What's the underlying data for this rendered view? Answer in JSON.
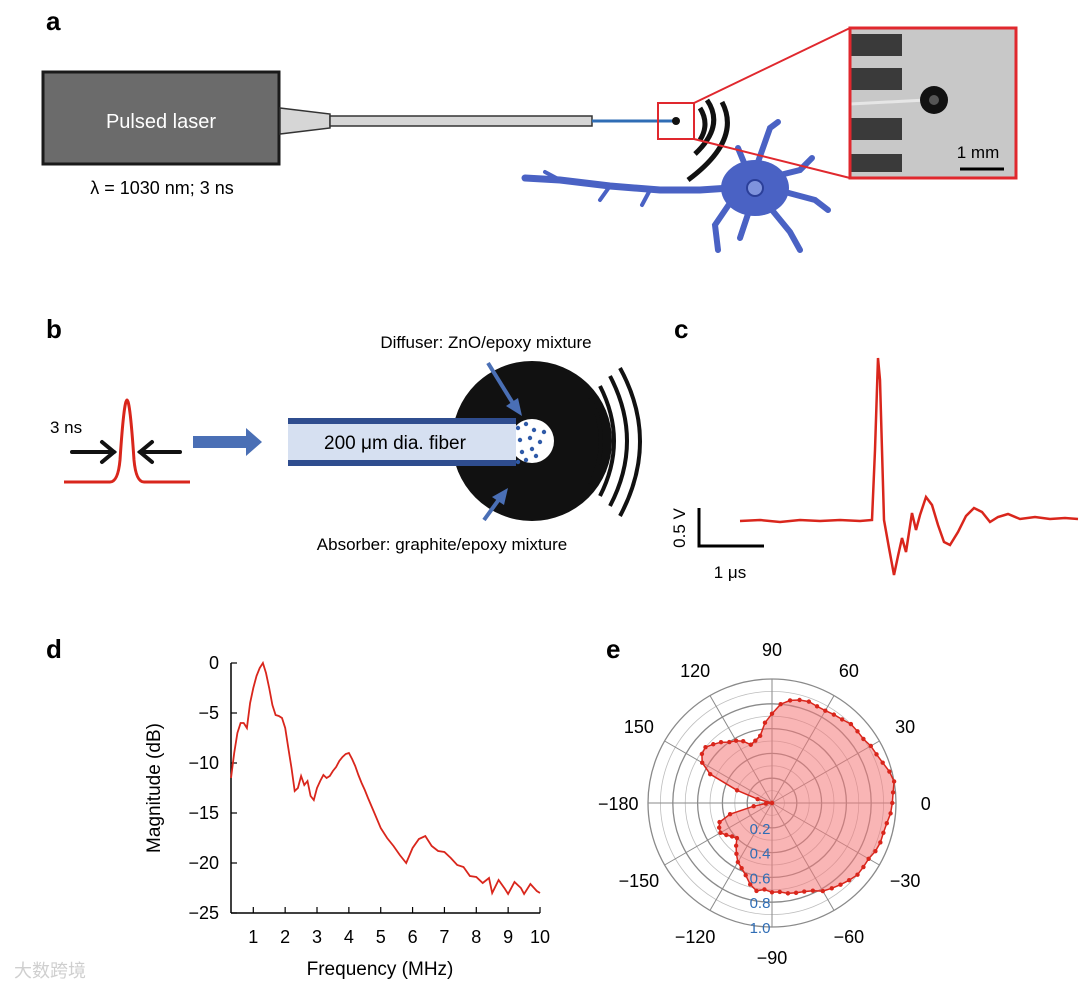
{
  "panel_labels": {
    "a": "a",
    "b": "b",
    "c": "c",
    "d": "d",
    "e": "e"
  },
  "panel_a": {
    "laser_label": "Pulsed laser",
    "laser_params": "λ = 1030 nm; 3 ns",
    "scale_bar": "1 mm"
  },
  "panel_b": {
    "pulse_width": "3 ns",
    "fiber_label": "200 μm dia. fiber",
    "diffuser_label": "Diffuser: ZnO/epoxy mixture",
    "absorber_label": "Absorber: graphite/epoxy mixture"
  },
  "panel_c": {
    "scale_v": "0.5 V",
    "scale_t": "1 μs"
  },
  "colors": {
    "trace": "#d9261c",
    "fiber": "#3a5a9c",
    "neuron": "#4a62c4",
    "highlight": "#e0282e"
  },
  "watermark": "大数跨境",
  "chart_data": [
    {
      "type": "line",
      "panel": "d",
      "xlabel": "Frequency (MHz)",
      "ylabel": "Magnitude (dB)",
      "xlim": [
        0.3,
        10
      ],
      "ylim": [
        -25,
        0
      ],
      "xticks": [
        1,
        2,
        3,
        4,
        5,
        6,
        7,
        8,
        9,
        10
      ],
      "yticks": [
        0,
        -5,
        -10,
        -15,
        -20,
        -25
      ],
      "x": [
        0.3,
        0.4,
        0.5,
        0.6,
        0.7,
        0.8,
        0.9,
        1.0,
        1.1,
        1.2,
        1.3,
        1.4,
        1.5,
        1.6,
        1.7,
        1.8,
        1.9,
        2.0,
        2.1,
        2.2,
        2.3,
        2.4,
        2.5,
        2.6,
        2.7,
        2.8,
        2.9,
        3.0,
        3.1,
        3.2,
        3.3,
        3.4,
        3.5,
        3.6,
        3.7,
        3.8,
        3.9,
        4.0,
        4.1,
        4.2,
        4.3,
        4.4,
        4.5,
        4.6,
        4.8,
        5.0,
        5.2,
        5.4,
        5.6,
        5.8,
        6.0,
        6.2,
        6.4,
        6.6,
        6.8,
        7.0,
        7.2,
        7.4,
        7.6,
        7.8,
        8.0,
        8.2,
        8.4,
        8.5,
        8.7,
        8.9,
        9.0,
        9.2,
        9.4,
        9.5,
        9.7,
        9.9,
        10.0
      ],
      "values": [
        -11.5,
        -9,
        -7,
        -6,
        -6,
        -6.5,
        -4,
        -2.5,
        -1.3,
        -0.5,
        0,
        -1,
        -2.5,
        -4.2,
        -5.2,
        -5.3,
        -5.5,
        -6.5,
        -8.5,
        -10.5,
        -12.8,
        -12.5,
        -11.3,
        -12.2,
        -11.8,
        -13.3,
        -13.7,
        -12.5,
        -11.8,
        -11.2,
        -11.5,
        -11.3,
        -10.8,
        -10.4,
        -9.8,
        -9.4,
        -9.1,
        -9,
        -9.6,
        -10.3,
        -11.2,
        -12,
        -12.7,
        -13.5,
        -15,
        -16.5,
        -17.5,
        -18.3,
        -19.2,
        -20,
        -18.5,
        -17.6,
        -17.3,
        -18.3,
        -18.8,
        -18.9,
        -19.5,
        -20.2,
        -20.4,
        -21.3,
        -21.4,
        -22,
        -21.5,
        -23,
        -21.7,
        -22.6,
        -23.1,
        -21.9,
        -22.5,
        -23.1,
        -22.1,
        -22.8,
        -23
      ]
    },
    {
      "type": "polar",
      "panel": "e",
      "angle_labels": [
        "0",
        "30",
        "60",
        "90",
        "120",
        "150",
        "−180",
        "−150",
        "−120",
        "−90",
        "−60",
        "−30"
      ],
      "radial_labels": [
        "0.2",
        "0.4",
        "0.6",
        "0.8",
        "1.0"
      ],
      "rlim": [
        0,
        1
      ],
      "theta": [
        -100,
        -95,
        -90,
        -85,
        -80,
        -75,
        -70,
        -65,
        -60,
        -55,
        -50,
        -45,
        -40,
        -35,
        -30,
        -25,
        -20,
        -15,
        -10,
        -5,
        0,
        5,
        10,
        15,
        20,
        25,
        30,
        35,
        40,
        45,
        50,
        55,
        60,
        65,
        70,
        75,
        80,
        85,
        90,
        95,
        100,
        105,
        110,
        115,
        120,
        125,
        130,
        135,
        140,
        145,
        150,
        155,
        160,
        165,
        170,
        175,
        180,
        -175,
        -170,
        -165,
        -160,
        -155,
        -150,
        -145,
        -140,
        -135,
        -130,
        -125,
        -120,
        -115,
        -110,
        -105
      ],
      "r": [
        0.72,
        0.7,
        0.72,
        0.72,
        0.74,
        0.75,
        0.76,
        0.78,
        0.82,
        0.84,
        0.86,
        0.88,
        0.9,
        0.9,
        0.9,
        0.92,
        0.93,
        0.93,
        0.94,
        0.96,
        0.97,
        0.98,
        1.0,
        0.98,
        0.95,
        0.93,
        0.92,
        0.9,
        0.9,
        0.9,
        0.88,
        0.87,
        0.86,
        0.86,
        0.87,
        0.86,
        0.84,
        0.8,
        0.72,
        0.65,
        0.55,
        0.52,
        0.5,
        0.55,
        0.58,
        0.6,
        0.64,
        0.67,
        0.7,
        0.69,
        0.65,
        0.55,
        0.3,
        0.12,
        0.0,
        0.0,
        0.0,
        0.05,
        0.15,
        0.35,
        0.45,
        0.47,
        0.48,
        0.45,
        0.42,
        0.4,
        0.45,
        0.5,
        0.55,
        0.58,
        0.62,
        0.68
      ]
    }
  ]
}
